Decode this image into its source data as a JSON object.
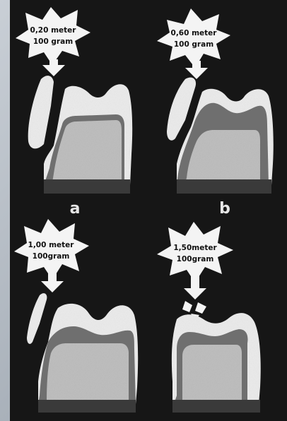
{
  "panels": [
    {
      "id": "a",
      "letter": "a",
      "height_label": "0,20 meter",
      "mass_label": "100 gram"
    },
    {
      "id": "b",
      "letter": "b",
      "height_label": "0,60 meter",
      "mass_label": "100 gram"
    },
    {
      "id": "c",
      "letter": "",
      "height_label": "1,00 meter",
      "mass_label": "100gram"
    },
    {
      "id": "d",
      "letter": "",
      "height_label": "1,50meter",
      "mass_label": "100gram"
    }
  ],
  "colors": {
    "background": "#161616",
    "enamel": "#ececec",
    "dentin": "#6f6f6f",
    "pulp": "#bfbfbf",
    "root_band": "#3a3a3a",
    "impact_burst": "#f4f4f4"
  }
}
